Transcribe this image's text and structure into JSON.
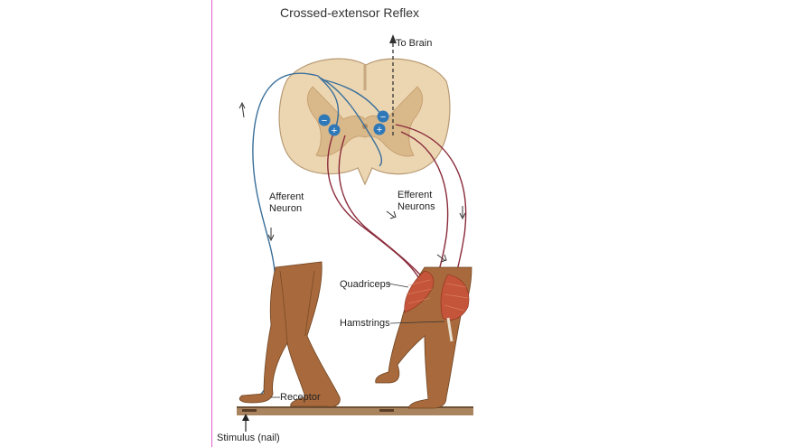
{
  "title": "Crossed-extensor Reflex",
  "labels": {
    "to_brain": "To Brain",
    "afferent_line1": "Afferent",
    "afferent_line2": "Neuron",
    "efferent_line1": "Efferent",
    "efferent_line2": "Neurons",
    "quadriceps": "Quadriceps",
    "hamstrings": "Hamstrings",
    "receptor": "Receptor",
    "stimulus": "Stimulus (nail)"
  },
  "synapse_signs": {
    "inhibitory": "−",
    "excitatory": "+"
  },
  "colors": {
    "spinal_cord": "#ecd6b2",
    "gray_matter": "#d9b88a",
    "afferent_neuron": "#3a6f9a",
    "efferent_neuron": "#8a2a3a",
    "skin": "#a86a3c",
    "muscle": "#c4553a",
    "floor": "#8c6a4a",
    "synapse_marker": "#2f78b8"
  }
}
